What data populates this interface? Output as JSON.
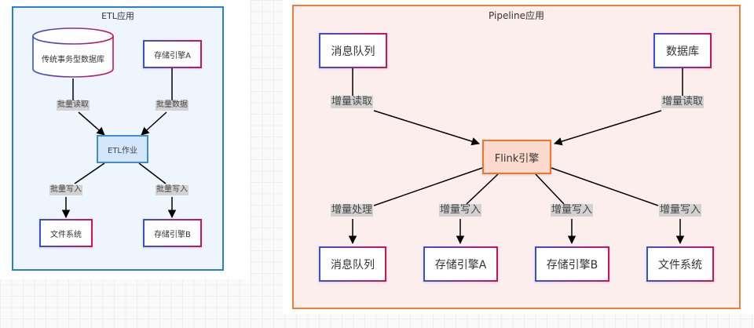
{
  "etl": {
    "title": "ETL应用",
    "nodes": {
      "source_db": "传统事务型数据库",
      "storage_a": "存储引擎A",
      "job": "ETL作业",
      "file_system": "文件系统",
      "storage_b": "存储引擎B"
    },
    "edges": {
      "read": "批量读取",
      "data": "批量数据",
      "write_fs": "批量写入",
      "write_b": "批量写入"
    }
  },
  "pipeline": {
    "title": "Pipeline应用",
    "nodes": {
      "mq_source": "消息队列",
      "db_source": "数据库",
      "engine": "Flink引擎",
      "mq_sink": "消息队列",
      "storage_a": "存储引擎A",
      "storage_b": "存储引擎B",
      "file_system": "文件系统"
    },
    "edges": {
      "read_mq": "增量读取",
      "read_db": "增量读取",
      "process_mq": "增量处理",
      "write_a": "增量写入",
      "write_b": "增量写入",
      "write_fs": "增量写入"
    }
  },
  "colors": {
    "etl_border": "#2a7fd0",
    "etl_fill": "#eef5fd",
    "pipeline_border": "#e7823a",
    "pipeline_fill": "#fdeeee",
    "node_gradient_start": "#3452d8",
    "node_gradient_end": "#d0105e",
    "flink_fill": "#fbd9cd",
    "etl_job_fill": "#d3e6fb",
    "label_bg": "#d2d2d2"
  }
}
